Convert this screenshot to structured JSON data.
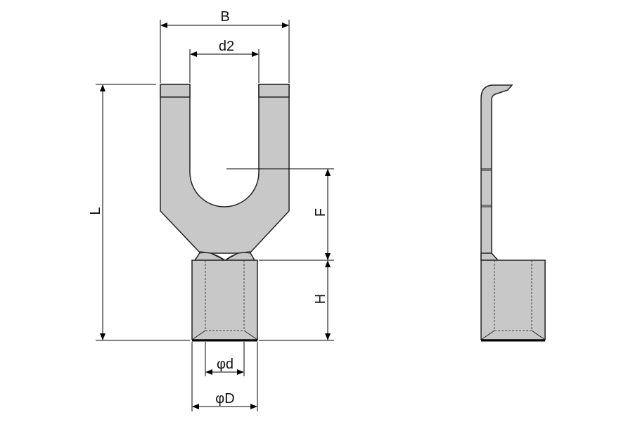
{
  "labels": {
    "B": "B",
    "d2": "d2",
    "L": "L",
    "F": "F",
    "H": "H",
    "d": "φd",
    "D": "φD"
  },
  "colors": {
    "part_fill": "#c8c8c8",
    "outline": "#222222",
    "dimension": "#000000"
  }
}
